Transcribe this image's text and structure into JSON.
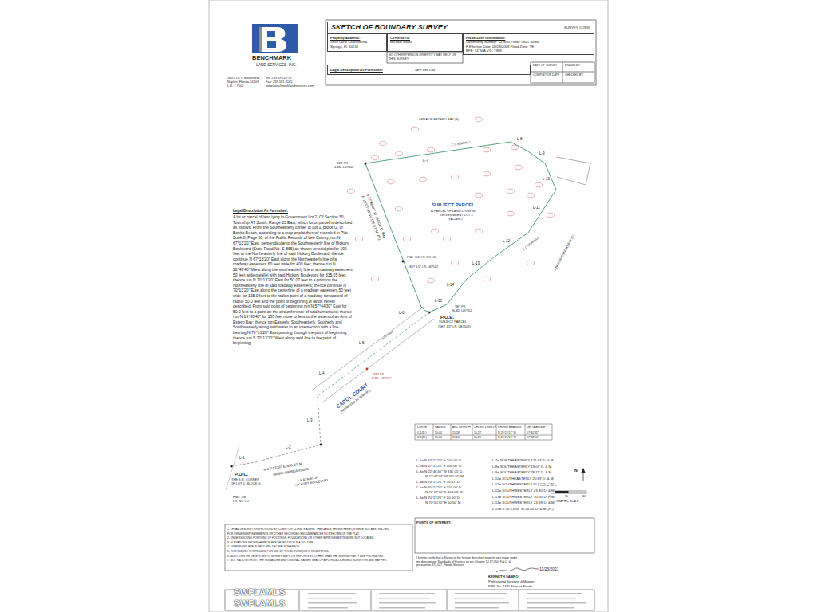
{
  "diagram": {
    "title": "SKETCH OF BOUNDARY SURVEY",
    "nodes": [
      {
        "text": [
          "SKETCH OF BOUNDARY SURVEY",
          "SURVEY #22893"
        ]
      },
      {
        "text": [
          "Property Address:",
          "5850 Carol Court Bonita Springs, FL 34134"
        ]
      },
      {
        "text": [
          "Certified To:",
          "Michael Marks"
        ]
      },
      {
        "text": [
          "Flood Zone Information:",
          "Community Number: 125680 Panel: 0851 Suffix: F Effective Date: 08/28/2008 Flood Zone: VE BFE: 14' N.A.V.D. 1988"
        ]
      },
      {
        "text": [
          "Legal Description As Furnished:",
          "SEE BELOW"
        ]
      }
    ],
    "labels": [
      "BENCHMARK",
      "LAND SERVICES, INC.",
      "1807 J & C Boulevard",
      "Naples, Florida 34109",
      "L.B. # 7502",
      "Tel: 239-591-0778",
      "Fax: 239-591-1165",
      "www.benchmarklandservices.com",
      "NO OTHER PERSON OR ENTITY MAY RELY ON THIS SURVEY.",
      "DATE OF SURVEY",
      "DRAWN BY",
      "COMPLETION DATE",
      "CHECKED BY",
      "AREA OF ESTERO BAY (F)",
      "AREA OF ESTERO BAY (F)",
      "1' C SEAWALL",
      "1' C SEAWALL",
      "L-7",
      "L-8",
      "L-9",
      "L-10",
      "L-11",
      "L-12",
      "L-13",
      "L-14",
      "L-15",
      "SET PK",
      "N.BD. LB7502",
      "SUBJECT PARCEL",
      "A PARCEL OF LAND LYING IN",
      "GOVERNMENT LOT 2",
      "(VACANT)",
      "N 22°46'40\" W 160.00' D. (M.)",
      "N 19°07'38\" W 155.87' M. (P.)",
      "FND. 3/4\" I.R. NO I.D.",
      "SET 1/2\" I.R. LB7502",
      "SET PK",
      "N.BD. LB7502",
      "P.O.B.",
      "SUBJECT PARCEL",
      "(SET 1/2\" I.R. LB7502)",
      "CAROL COURT",
      "(IMPROVED 60' R/W (P.))",
      "ASPHALT",
      "L-4",
      "L-5",
      "L-6",
      "SET PK",
      "N.BD. LB7502",
      "L-3",
      "P.O.C.",
      "THE S.E. CORNER",
      "OF LOT 1, BLOCK G",
      "L-1",
      "L-2",
      "N 67°13'20\" E 500.10' M.",
      "BASIS OF BEARINGS",
      "N.E. R/W OF",
      "HICKORY BOULEVARD",
      "FND. 5/8\"",
      "I.R. NO I.D.",
      "CURVE",
      "RADIUS",
      "ARC LENGTH",
      "CHORD LENGTH",
      "CHORD BEARING",
      "DELTA ANGLE",
      "C-1(D.)",
      "50.00'",
      "15.28'",
      "15.22'",
      "N 28°21'13\" W",
      "17°30'35\"",
      "C-1(M.)",
      "50.00'",
      "15.24'",
      "15.20'",
      "N 28°21'13\" W",
      "17°28'00\"",
      "L-1= N 67°13'20\" E 100.00' D.",
      "L-2= N 67°13'20\" E 400.00' D.",
      "L-3= N 22°46'40\" W 335.05' D.",
      "N 22°47'43\" W 335.05' M.",
      "L-4= N 70°13'20\" E 50.07' D.",
      "L-5= N 70°13'20\" E 155.00' D.",
      "N 70°17'30\" E 154.50' M.",
      "L-6= N 70°13'20\" E 50.00' D.",
      "N 70°00'35\" E 50.50' M.",
      "L-7= NORTHEASTERLY 121.63' D. & M.",
      "L-8= SOUTHEASTERLY 13.07' D. & M.",
      "L-9= SOUTHEASTERLY 28.15' D. & M.",
      "L-10= SOUTHEASTERLY 20.69' D. & M.",
      "L-11= SOUTHWESTERLY 61.90' D. & M.",
      "L-12= SOUTHWESTERLY 43.30' D. & M.",
      "L-13= SOUTHWESTERLY 30.00' D. & M.",
      "L-14= SOUTHWESTERLY 23.89' D. & M.",
      "L-15= S 70°13'20\" W 24.44' D. & M. (R.)",
      "POINTS OF INTEREST:",
      "I hereby certify that a Survey of the hereon described property was made under my direction per Standards of Practice as per Chapter 5J-17.050, F.A.C. & pursuant to 472.027, Florida Statutes.",
      "11/23/2021",
      "KENNETH SABRO",
      "Professional Surveyor & Mapper",
      "PSM. No. 6345 State of Florida",
      "1 inch = 30 ft.",
      "0",
      "15",
      "30",
      "GRAPHIC SCALE",
      "N",
      "1. LEGAL DESCRIPTION PROVIDED BY CLIENT OR CLIENT'S AGENT. THE LANDS SHOWN HEREON WERE NOT ABSTRACTED",
      "FOR OWNERSHIP, EASEMENTS OR OTHER RECORDED ENCUMBRANCES NOT SHOWN ON THE PLAT.",
      "2. UNDERGROUND PORTIONS OF FOOTINGS, FOUNDATIONS OR OTHER IMPROVEMENTS WERE NOT LOCATED.",
      "3. ELEVATIONS SHOWN HEREON ARE BASED UPON N.A.V.D. 1988.",
      "4. DIMENSIONS ARE IN FEET AND DECIMALS THEREOF.",
      "5. THIS SURVEY IS INTENDED FOR USE BY THOSE TO WHOM IT IS CERTIFIED.",
      "6. ADDITIONS OR DELETIONS TO SURVEY MAPS OR REPORTS BY OTHER THAN THE SIGNING PARTY ARE PROHIBITED.",
      "7. NOT VALID WITHOUT THE SIGNATURE AND ORIGINAL RAISED SEAL OF A FLORIDA LICENSED SURVEYOR AND MAPPER.",
      "Legal Description As Furnished:",
      "A lot or parcel of land lying in Government Lot 2, Of Section 30, Township 47 South, Range 25 East, which lot or parcel is described as follows: From the Southeasterly corner of Lot 1, Block G, of Bonita Beach, according to a map or plat thereof recorded in Plat Book 8, Page 50, of the Public Records of Lee County, run N 67°13'20\" East, perpendicular to the Southwesterly line of Hickory Boulevard (State Road No. S-865) as shown on said plat for 100 feet to the Northeasterly line of said Hickory Boulevard; thence continue N 67°13'20\" East along the Northeasterly line of a roadway easement 60 feet wide for 400 feet; thence run N 22°46'40\" West along the southeasterly line of a roadway easement 50 feet wide parallel with said Hickory Boulevard for 335.05 feet; thence run N 70°13'20\" East for 50.07 feet to a point on the Northeasterly line of said roadway easement; thence continue N 70°13'20\" East along the centerline of a roadway easement 50 feet wide for 155.0 feet to the radius point of a roadway turnaround of radius 50.0 feet and the point of beginning of lands herein described. From said point of beginning run N 57°44'30\" East for 50.0 feet to a point on the circumference of said turnaround; thence run N 19°40'40\" for 155 feet more or less to the waters of an Arm of Estero Bay; thence run Easterly, Southeasterly, Southerly and Southwesterly along said water to an intersection with a line bearing N 70°13'20\" East passing through the point of beginning; thence run S 70°13'20\" West along said line to the point of beginning.",
      "SWFLAMLS",
      "SWFLAMLS"
    ]
  }
}
